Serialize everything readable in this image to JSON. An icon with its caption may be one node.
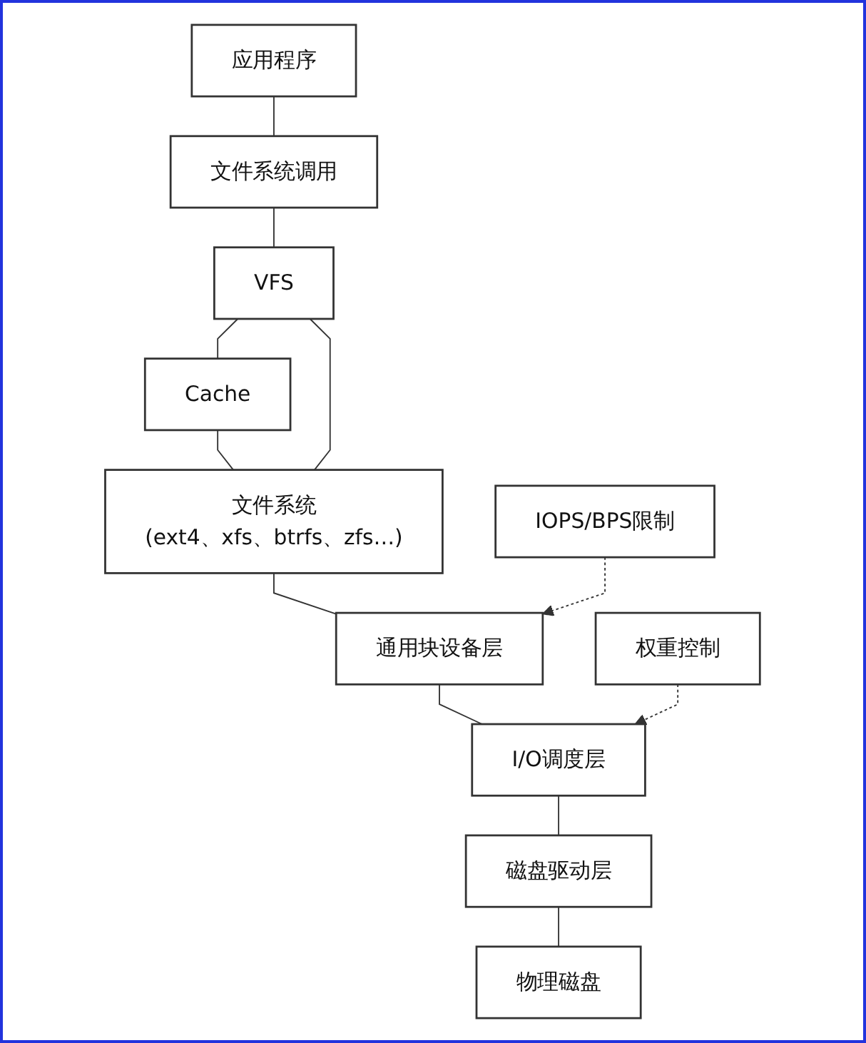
{
  "diagram": {
    "nodes": [
      {
        "text": [
          "应用程序"
        ]
      },
      {
        "text": [
          "文件系统调用"
        ]
      },
      {
        "text": [
          "VFS"
        ]
      },
      {
        "text": [
          "Cache"
        ]
      },
      {
        "text": [
          "文件系统",
          "(ext4、xfs、btrfs、zfs…)"
        ]
      },
      {
        "text": [
          "通用块设备层"
        ]
      },
      {
        "text": [
          "IOPS/BPS限制"
        ]
      },
      {
        "text": [
          "I/O调度层"
        ]
      },
      {
        "text": [
          "权重控制"
        ]
      },
      {
        "text": [
          "磁盘驱动层"
        ]
      },
      {
        "text": [
          "物理磁盘"
        ]
      }
    ],
    "edges": [
      {
        "from": 0,
        "to": 1,
        "arrow": "none"
      },
      {
        "from": 1,
        "to": 2,
        "arrow": "none"
      },
      {
        "from": 2,
        "to": 3,
        "arrow": "none"
      },
      {
        "from": 3,
        "to": 4,
        "arrow": "none"
      },
      {
        "from": 2,
        "to": 4,
        "arrow": "none"
      },
      {
        "from": 4,
        "to": 5,
        "arrow": "none"
      },
      {
        "from": 6,
        "to": 5,
        "arrow": "to",
        "style": "dashed"
      },
      {
        "from": 5,
        "to": 7,
        "arrow": "none"
      },
      {
        "from": 8,
        "to": 7,
        "arrow": "to",
        "style": "dashed"
      },
      {
        "from": 7,
        "to": 9,
        "arrow": "none"
      },
      {
        "from": 9,
        "to": 10,
        "arrow": "none"
      }
    ]
  }
}
